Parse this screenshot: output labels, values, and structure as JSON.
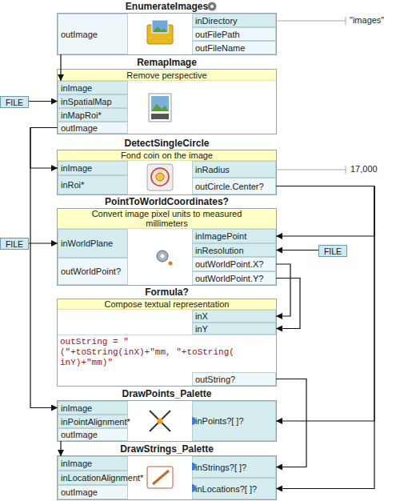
{
  "diagram": {
    "nodes": [
      {
        "text": [
          "EnumerateImages"
        ]
      },
      {
        "text": [
          "outImage"
        ],
        "in": 0
      },
      {
        "text": [
          "inDirectory"
        ],
        "in": 0
      },
      {
        "text": [
          "outFilePath"
        ],
        "in": 0
      },
      {
        "text": [
          "outFileName"
        ],
        "in": 0
      },
      {
        "text": [
          "RemapImage",
          "Remove perspective"
        ]
      },
      {
        "text": [
          "inImage"
        ],
        "in": 5
      },
      {
        "text": [
          "inSpatialMap"
        ],
        "in": 5
      },
      {
        "text": [
          "inMapRoi*"
        ],
        "in": 5
      },
      {
        "text": [
          "outImage"
        ],
        "in": 5
      },
      {
        "text": [
          "FILE"
        ]
      },
      {
        "text": [
          "DetectSingleCircle",
          "Fond coin on the image"
        ]
      },
      {
        "text": [
          "inImage"
        ],
        "in": 11
      },
      {
        "text": [
          "inRoi*"
        ],
        "in": 11
      },
      {
        "text": [
          "inRadius"
        ],
        "in": 11
      },
      {
        "text": [
          "outCircle.Center?"
        ],
        "in": 11
      },
      {
        "text": [
          "PointToWorldCoordinates?",
          "Convert image pixel units to measured millimeters"
        ]
      },
      {
        "text": [
          "inWorldPlane"
        ],
        "in": 16
      },
      {
        "text": [
          "outWorldPoint?"
        ],
        "in": 16
      },
      {
        "text": [
          "inImagePoint"
        ],
        "in": 16
      },
      {
        "text": [
          "inResolution"
        ],
        "in": 16
      },
      {
        "text": [
          "outWorldPoint.X?"
        ],
        "in": 16
      },
      {
        "text": [
          "outWorldPoint.Y?"
        ],
        "in": 16
      },
      {
        "text": [
          "FILE"
        ]
      },
      {
        "text": [
          "FILE"
        ]
      },
      {
        "text": [
          "Formula?",
          "Compose textual representation",
          "outString = \"(\"+toString(inX)+\"mm, \"+toString( inY)+\"mm)\""
        ]
      },
      {
        "text": [
          "inX"
        ],
        "in": 25
      },
      {
        "text": [
          "inY"
        ],
        "in": 25
      },
      {
        "text": [
          "outString?"
        ],
        "in": 25
      },
      {
        "text": [
          "DrawPoints_Palette"
        ]
      },
      {
        "text": [
          "inImage"
        ],
        "in": 29
      },
      {
        "text": [
          "inPointAlignment*"
        ],
        "in": 29
      },
      {
        "text": [
          "outImage"
        ],
        "in": 29
      },
      {
        "text": [
          "inPoints?[ ]?"
        ],
        "in": 29
      },
      {
        "text": [
          "DrawStrings_Palette"
        ]
      },
      {
        "text": [
          "inImage"
        ],
        "in": 34
      },
      {
        "text": [
          "inLocationAlignment*"
        ],
        "in": 34
      },
      {
        "text": [
          "outImage"
        ],
        "in": 34
      },
      {
        "text": [
          "inStrings?[ ]?"
        ],
        "in": 34
      },
      {
        "text": [
          "inLocations?[ ]?"
        ],
        "in": 34
      }
    ],
    "edges": [
      {
        "from": 1,
        "to": 6,
        "arrow": "to"
      },
      {
        "from": 10,
        "to": 7,
        "arrow": "to"
      },
      {
        "from": 9,
        "to": 12,
        "arrow": "to"
      },
      {
        "from": 9,
        "to": 30,
        "arrow": "to"
      },
      {
        "from": 23,
        "to": 17,
        "arrow": "to"
      },
      {
        "from": 15,
        "to": 19,
        "arrow": "to"
      },
      {
        "from": 15,
        "to": 33,
        "arrow": "to"
      },
      {
        "from": 15,
        "to": 39,
        "arrow": "to"
      },
      {
        "from": 24,
        "to": 20,
        "arrow": "to"
      },
      {
        "from": 21,
        "to": 26,
        "arrow": "to"
      },
      {
        "from": 22,
        "to": 27,
        "arrow": "to"
      },
      {
        "from": 28,
        "to": 38,
        "arrow": "to"
      },
      {
        "from": 32,
        "to": 35,
        "arrow": "to"
      }
    ],
    "labels": [
      "\"images\"",
      "17,000"
    ]
  }
}
